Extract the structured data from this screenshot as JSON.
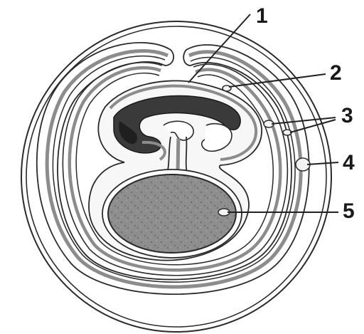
{
  "diagram": {
    "labels": [
      {
        "id": "label-1",
        "text": "1"
      },
      {
        "id": "label-2",
        "text": "2"
      },
      {
        "id": "label-3",
        "text": "3"
      },
      {
        "id": "label-4",
        "text": "4"
      },
      {
        "id": "label-5",
        "text": "5"
      }
    ],
    "colors": {
      "background": "#ffffff",
      "outline": "#2a2a2a",
      "membrane_band": "#8c8c8c",
      "yolk_fill": "#8e8e8e",
      "embryo_dark": "#2e2e2e",
      "cavity": "#f7f7f7"
    }
  }
}
